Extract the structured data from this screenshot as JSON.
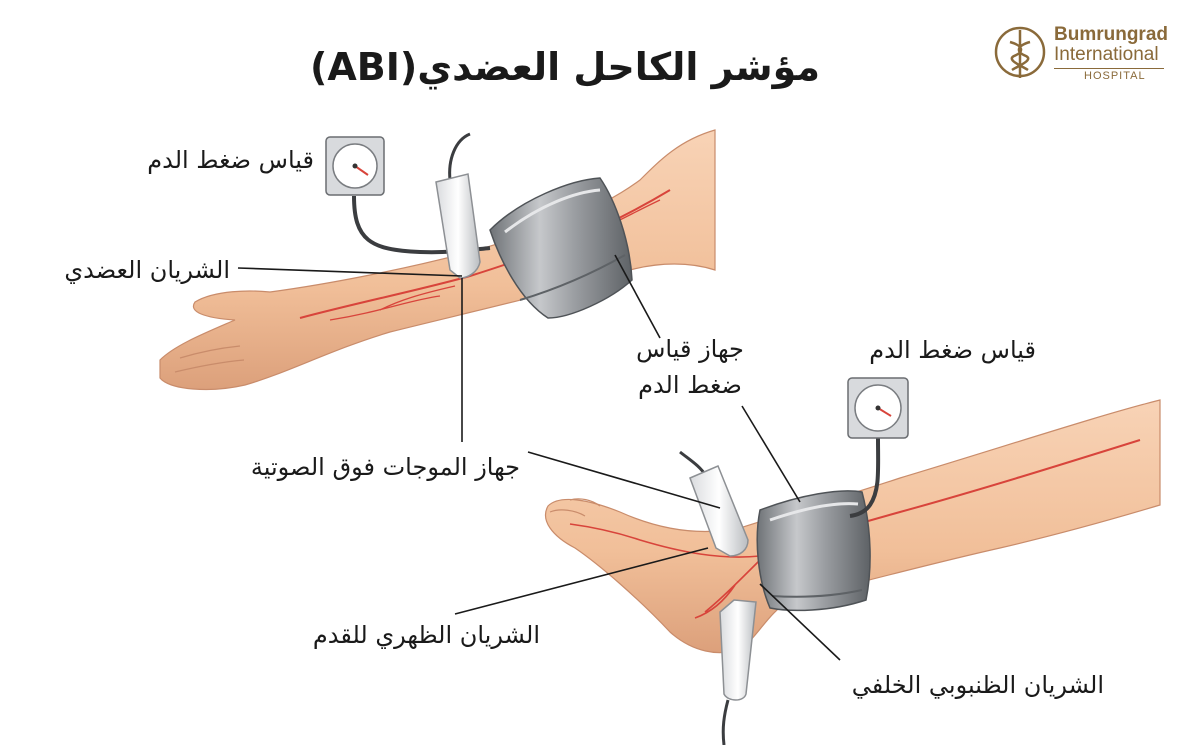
{
  "title": "مؤشر الكاحل العضدي(ABI)",
  "logo": {
    "line1": "Bumrungrad",
    "line2": "International",
    "line3": "HOSPITAL",
    "icon": "caduceus-icon"
  },
  "labels": {
    "gauge_top": "قياس ضغط الدم",
    "brachial_artery": "الشريان العضدي",
    "cuff_line1": "جهاز قياس",
    "cuff_line2": "ضغط الدم",
    "gauge_bottom": "قياس ضغط الدم",
    "ultrasound": "جهاز الموجات فوق الصوتية",
    "dorsalis_pedis": "الشريان الظهري للقدم",
    "posterior_tibial": "الشريان الظنبوبي الخلفي"
  },
  "colors": {
    "skin": "#f4c7a5",
    "skin_shadow": "#dfa27c",
    "artery": "#d8443b",
    "cuff": "#8f9296",
    "cuff_light": "#c9cbce",
    "brand": "#8a6a3a"
  }
}
